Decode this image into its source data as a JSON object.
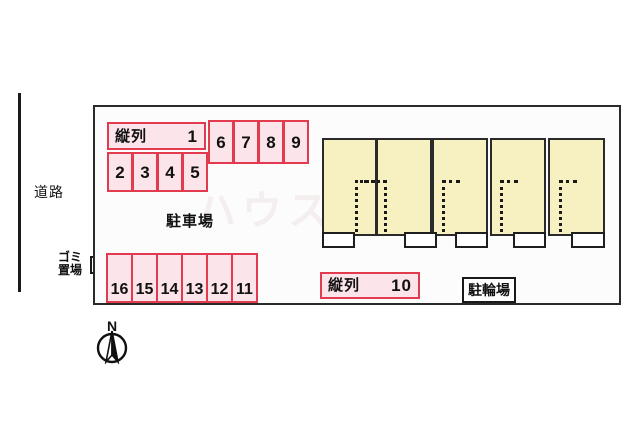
{
  "meta": {
    "title": "Property site plan / parking layout",
    "watermark": "ハウス"
  },
  "colors": {
    "parking_fill": "#fbe4ea",
    "parking_border": "#e23a4e",
    "building_fill": "#f7f0c0",
    "outline": "#2a2a2a",
    "background": "#ffffff"
  },
  "road": {
    "label": "道路"
  },
  "garbage": {
    "label_line1": "ゴミ",
    "label_line2": "置場"
  },
  "parking": {
    "title": "駐車場",
    "column_label": "縦列",
    "tandem_top": {
      "label": "縦列",
      "number": "1"
    },
    "tandem_bottom": {
      "label": "縦列",
      "number": "10"
    },
    "row_middle": [
      "2",
      "3",
      "4",
      "5"
    ],
    "row_top_right": [
      "6",
      "7",
      "8",
      "9"
    ],
    "row_bottom": [
      "16",
      "15",
      "14",
      "13",
      "12",
      "11"
    ]
  },
  "bicycle": {
    "label": "駐輪場"
  },
  "building": {
    "unit_count": 5,
    "units": [
      {
        "id": "unit-1"
      },
      {
        "id": "unit-2"
      },
      {
        "id": "unit-3"
      },
      {
        "id": "unit-4"
      },
      {
        "id": "unit-5"
      }
    ]
  },
  "compass": {
    "letter": "N"
  }
}
